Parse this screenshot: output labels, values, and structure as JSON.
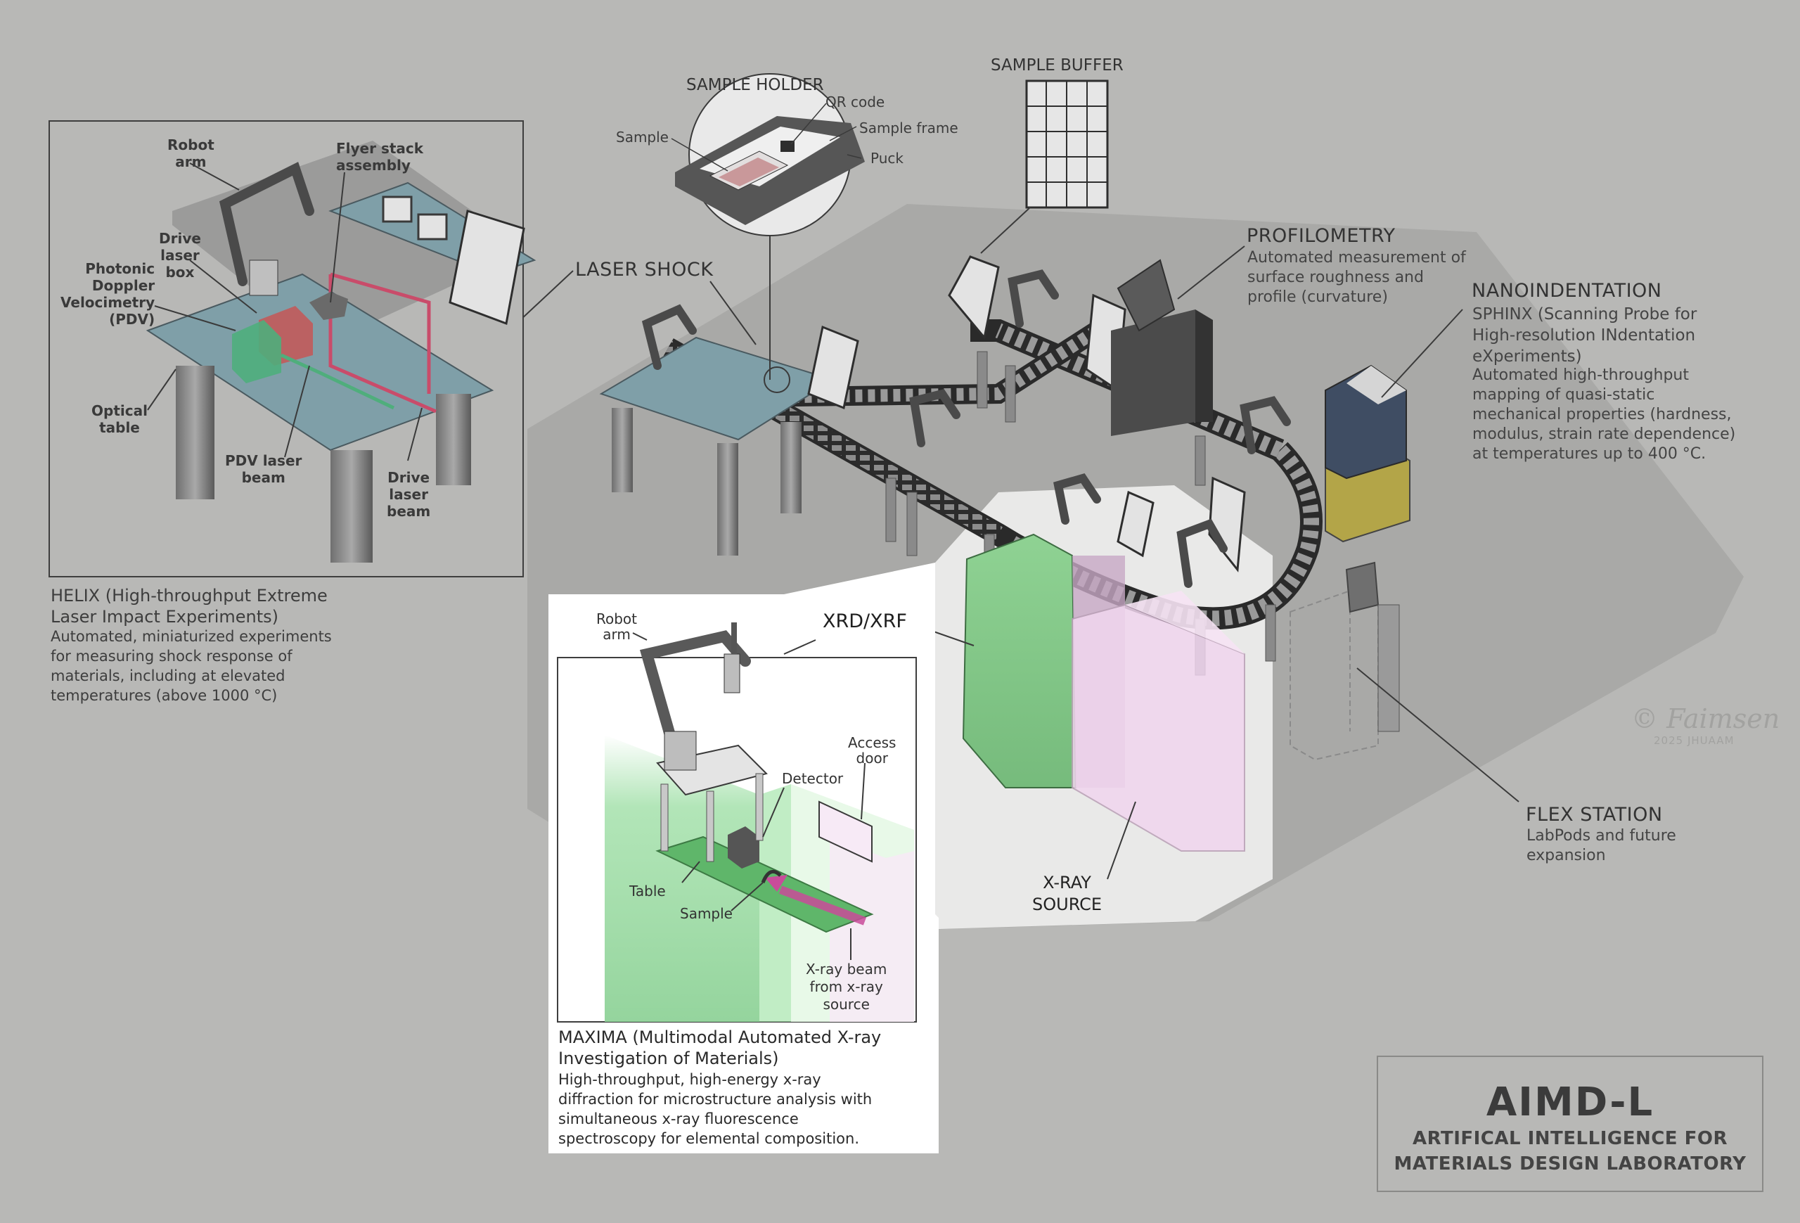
{
  "colors": {
    "background": "#b8b8b6",
    "floor": "#a9a9a7",
    "table_top": "#7f9fa8",
    "xrd_green": "#86c98a",
    "xray_pink": "#f1d6ef",
    "drive_laser_red": "#c94c6a",
    "pdv_green": "#4fae7c",
    "nanoindent_yellow": "#a89a3c",
    "nanoindent_blue": "#3f4d63"
  },
  "labels": {
    "laser_shock": "LASER SHOCK",
    "sample_holder": "SAMPLE HOLDER",
    "sample_buffer": "SAMPLE BUFFER",
    "sample": "Sample",
    "qr_code": "QR code",
    "sample_frame": "Sample frame",
    "puck": "Puck",
    "profilometry_title": "PROFILOMETRY",
    "profilometry_desc": "Automated measurement of\nsurface roughness and\nprofile (curvature)",
    "nano_title": "NANOINDENTATION",
    "nano_acronym": "SPHINX (Scanning Probe for\nHigh-resolution INdentation\neXperiments)",
    "nano_desc": "Automated high-throughput\nmapping of quasi-static\nmechanical properties (hardness,\nmodulus, strain rate dependence)\nat temperatures up to 400 °C.",
    "xrd_xrf": "XRD/XRF",
    "xray_source": "X-RAY\nSOURCE",
    "flex_title": "FLEX STATION",
    "flex_desc": "LabPods and future\nexpansion"
  },
  "helix": {
    "robot_arm": "Robot\narm",
    "flyer_stack": "Flyer stack\nassembly",
    "drive_laser_box": "Drive\nlaser\nbox",
    "pdv": "Photonic\nDoppler\nVelocimetry\n(PDV)",
    "optical_table": "Optical\ntable",
    "pdv_beam": "PDV laser\nbeam",
    "drive_beam": "Drive\nlaser\nbeam",
    "title": "HELIX (High-throughput Extreme\nLaser Impact Experiments)",
    "desc": "Automated, miniaturized experiments\nfor measuring shock response of\nmaterials, including at elevated\ntemperatures (above 1000 °C)"
  },
  "maxima": {
    "robot_arm": "Robot\narm",
    "access_door": "Access\ndoor",
    "detector": "Detector",
    "table": "Table",
    "sample": "Sample",
    "xray_beam": "X-ray beam\nfrom x-ray\nsource",
    "title": "MAXIMA (Multimodal Automated X-ray\nInvestigation of Materials)",
    "desc": "High-throughput, high-energy x-ray\ndiffraction for microstructure analysis with\nsimultaneous x-ray fluorescence\nspectroscopy for elemental composition."
  },
  "aimd": {
    "title": "AIMD-L",
    "subtitle": "ARTIFICAL INTELLIGENCE FOR\nMATERIALS DESIGN LABORATORY"
  },
  "signature": {
    "text": "© Faimsen",
    "year": "2025 JHUAAM"
  },
  "icons": [
    "robot-arm-icon",
    "sample-rack-icon",
    "profilometer-icon",
    "nanoindenter-icon",
    "x-ray-cabinet-icon",
    "flex-station-icon",
    "conveyor-track-icon"
  ]
}
